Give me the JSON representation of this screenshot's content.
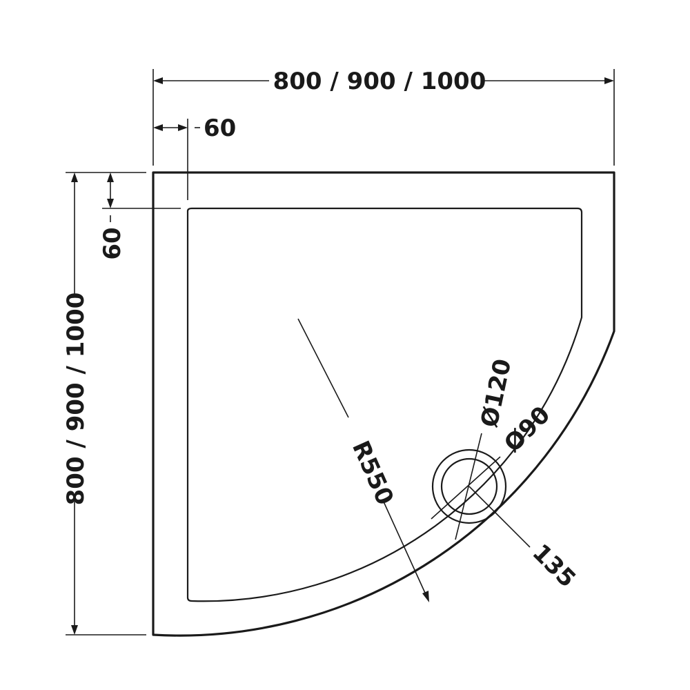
{
  "labels": {
    "overall_width": "800 / 900 / 1000",
    "overall_height": "800 / 900 / 1000",
    "rim_top": "60",
    "rim_left": "60",
    "radius": "R550",
    "outer_waste_dia": "Ø120",
    "inner_waste_dia": "Ø90",
    "waste_offset": "135"
  }
}
